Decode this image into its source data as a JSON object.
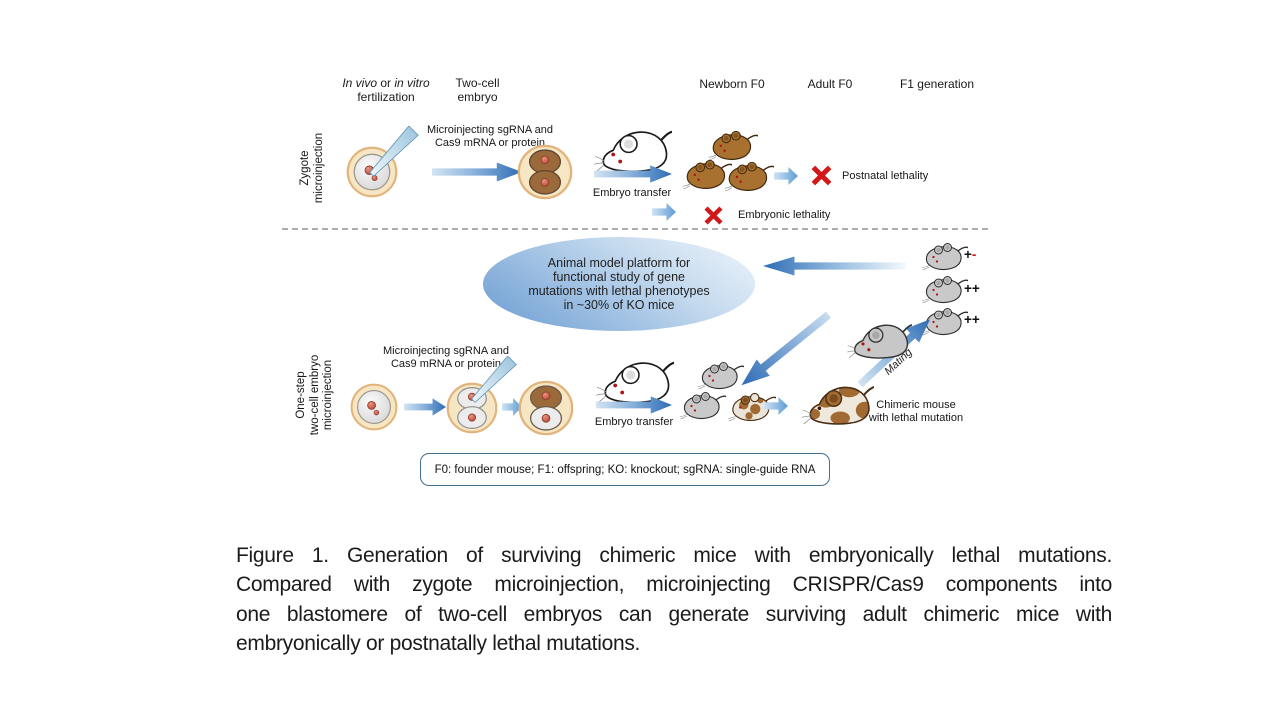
{
  "headers": {
    "fertilization": {
      "i1": "In vivo",
      "mid": " or ",
      "i2": "in vitro",
      "line2": "fertilization"
    },
    "two_cell": [
      "Two-cell",
      "embryo"
    ],
    "newborn": "Newborn F0",
    "adult": "Adult F0",
    "f1": "F1 generation"
  },
  "rows": {
    "zygote": [
      "Zygote",
      "microinjection"
    ],
    "one_step": [
      "One-step",
      "two-cell embryo",
      "microinjection"
    ]
  },
  "labels": {
    "microinjecting": [
      "Microinjecting sgRNA and",
      "Cas9 mRNA or protein"
    ],
    "embryo_transfer": "Embryo transfer",
    "postnatal": "Postnatal lethality",
    "embryonic": "Embryonic lethality",
    "mating": "Mating",
    "chimeric": [
      "Chimeric mouse",
      "with lethal mutation"
    ]
  },
  "ellipse": {
    "lines": [
      "Animal model platform for",
      "functional study of gene",
      "mutations with lethal phenotypes",
      "in ~30% of KO mice"
    ]
  },
  "genotypes": [
    {
      "plus": "+",
      "minus": "-"
    },
    {
      "text": "++"
    },
    {
      "text": "++"
    }
  ],
  "legend": {
    "text": "F0: founder mouse; F1: offspring; KO: knockout; sgRNA: single-guide RNA"
  },
  "caption": {
    "lines": [
      "Figure 1. Generation of surviving chimeric mice with embryonically lethal mutations.",
      "Compared with zygote microinjection, microinjecting CRISPR/Cas9 components into",
      "one blastomere of two-cell embryos can generate surviving adult chimeric mice with",
      "embryonically or postnatally lethal mutations."
    ]
  },
  "colors": {
    "arrow_blue": "#2e6cb5",
    "arrow_light": "#d3e4f3",
    "lethal_red": "#d11919",
    "mouse_brown": "#a9712f",
    "mouse_gray": "#c9c9c9",
    "ellipse_blue": "#6f9fd3",
    "zona_tan": "#f7e6c4"
  }
}
